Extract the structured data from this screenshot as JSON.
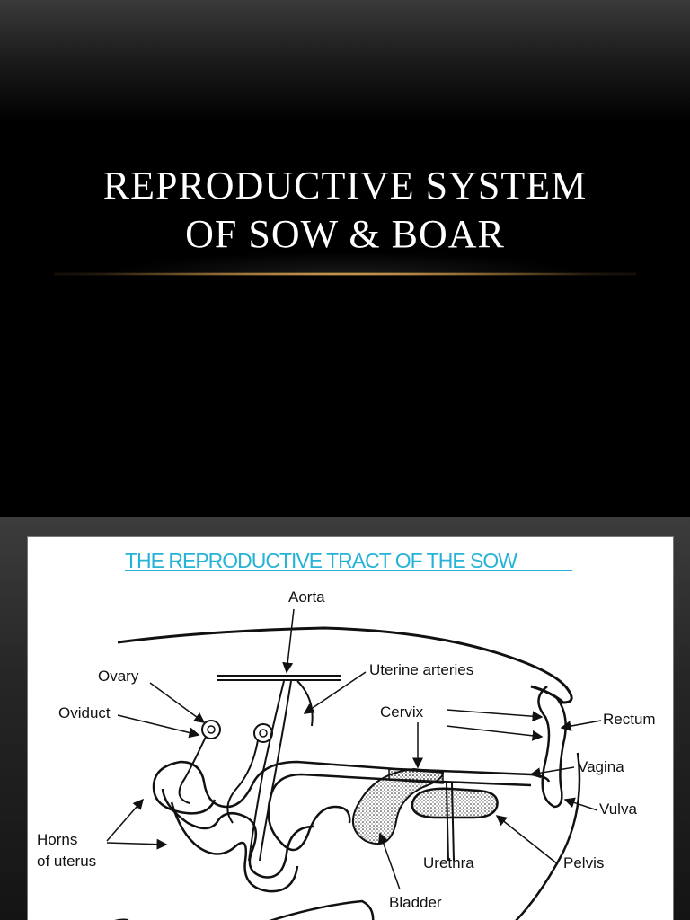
{
  "slide1": {
    "title_line1": "REPRODUCTIVE SYSTEM",
    "title_line2": "OF SOW & BOAR"
  },
  "slide2": {
    "heading": "THE REPRODUCTIVE TRACT OF THE SOW",
    "labels": {
      "aorta": "Aorta",
      "ovary": "Ovary",
      "uterine_arteries": "Uterine arteries",
      "oviduct": "Oviduct",
      "cervix": "Cervix",
      "rectum": "Rectum",
      "vagina": "Vagina",
      "vulva": "Vulva",
      "horns_line1": "Horns",
      "horns_line2": "of uterus",
      "urethra": "Urethra",
      "pelvis": "Pelvis",
      "bladder": "Bladder"
    }
  },
  "colors": {
    "heading": "#27b3d8",
    "title_text": "#ffffff",
    "accent_glow": "#c8944e"
  }
}
